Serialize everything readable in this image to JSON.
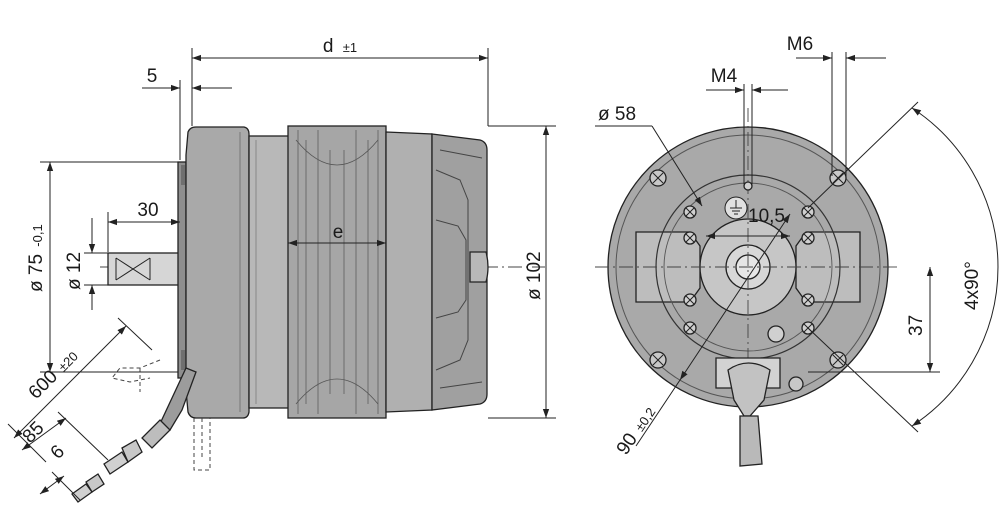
{
  "colors": {
    "body_fill": "#a9a9a9",
    "body_dark": "#8e8e8e",
    "body_light": "#c4c4c4",
    "line": "#222222"
  },
  "side_view": {
    "overall_length": "d",
    "overall_length_tol": "±1",
    "flange_thickness": "5",
    "shaft_length": "30",
    "stator_width": "e",
    "flange_diameter": "ø 75",
    "flange_diameter_tol": "-0,1",
    "shaft_diameter": "ø 12",
    "body_diameter": "ø 102",
    "cable_length": "600",
    "cable_length_tol": "±20",
    "strip_length": "85",
    "terminal_length": "6"
  },
  "front_view": {
    "bolt_circle_diameter": "ø 58",
    "small_thread": "M4",
    "large_thread": "M6",
    "offset": "10,5",
    "height_offset": "37",
    "angular_pattern": "4x90°",
    "mount_circle": "90",
    "mount_circle_tol": "±0,2"
  }
}
